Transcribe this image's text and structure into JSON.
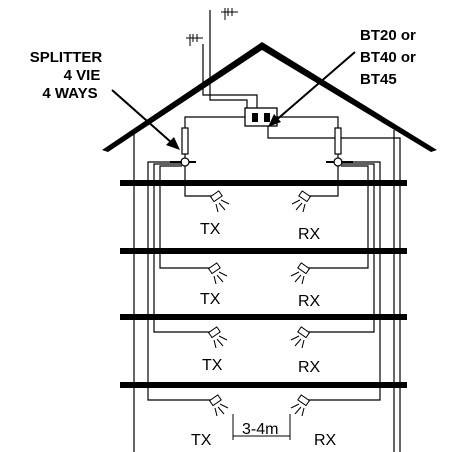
{
  "labels": {
    "splitter_line1": "SPLITTER",
    "splitter_line2": "4 VIE",
    "splitter_line3": "4 WAYS",
    "amp_line1": "BT20 or",
    "amp_line2": "BT40 or",
    "amp_line3": "BT45",
    "floors": [
      {
        "tx": "TX",
        "rx": "RX"
      },
      {
        "tx": "TX",
        "rx": "RX"
      },
      {
        "tx": "TX",
        "rx": "RX"
      },
      {
        "tx": "TX",
        "rx": "RX"
      }
    ],
    "distance": "3-4m"
  },
  "colors": {
    "line": "#000000",
    "background": "#ffffff"
  }
}
